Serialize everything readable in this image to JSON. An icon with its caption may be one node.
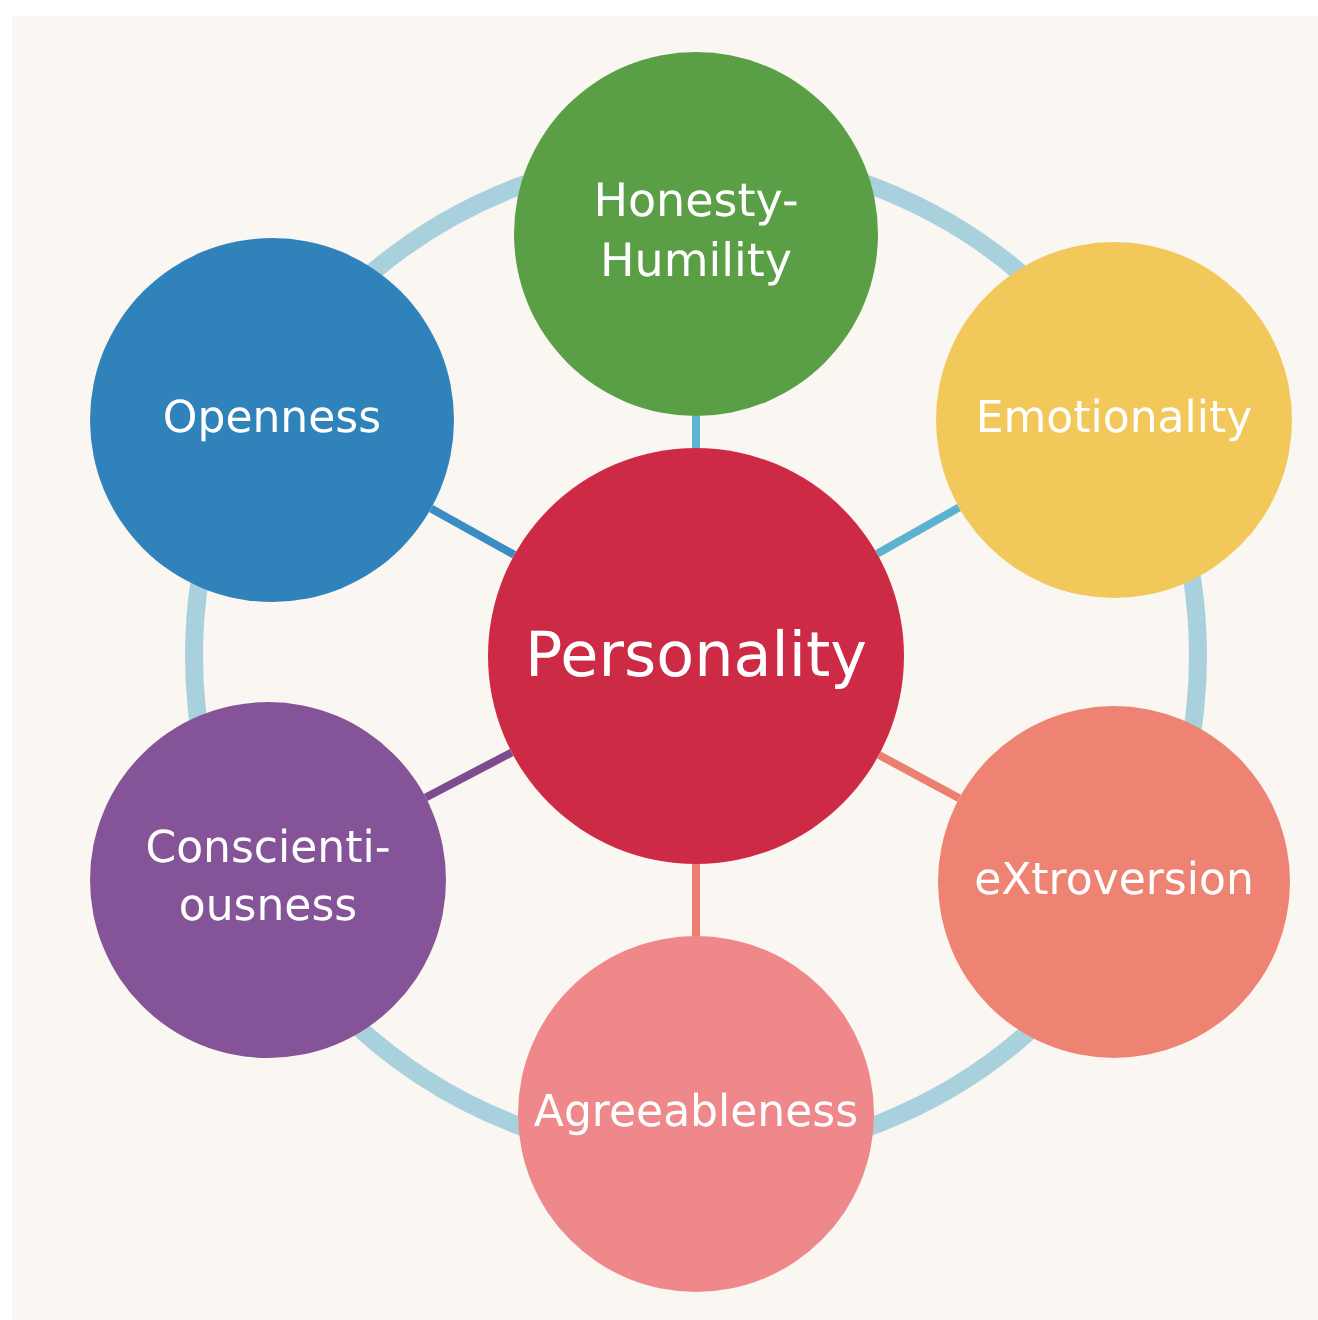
{
  "diagram": {
    "nodes": [
      {
        "text": [
          "Personality"
        ]
      },
      {
        "text": [
          "Honesty-Humility"
        ]
      },
      {
        "text": [
          "Emotionality"
        ]
      },
      {
        "text": [
          "eXtroversion"
        ]
      },
      {
        "text": [
          "Agreeableness"
        ]
      },
      {
        "text": [
          "Conscienti-ousness"
        ]
      },
      {
        "text": [
          "Openness"
        ]
      }
    ],
    "edges": [
      {
        "from": 0,
        "to": 1,
        "arrow": "none",
        "color": "#5bb3cf"
      },
      {
        "from": 0,
        "to": 2,
        "arrow": "none",
        "color": "#5bb3cf"
      },
      {
        "from": 0,
        "to": 3,
        "arrow": "none",
        "color": "#ec7f70"
      },
      {
        "from": 0,
        "to": 4,
        "arrow": "none",
        "color": "#ec7f70"
      },
      {
        "from": 0,
        "to": 5,
        "arrow": "none",
        "color": "#7c4b90"
      },
      {
        "from": 0,
        "to": 6,
        "arrow": "none",
        "color": "#3a8dc4"
      }
    ]
  }
}
